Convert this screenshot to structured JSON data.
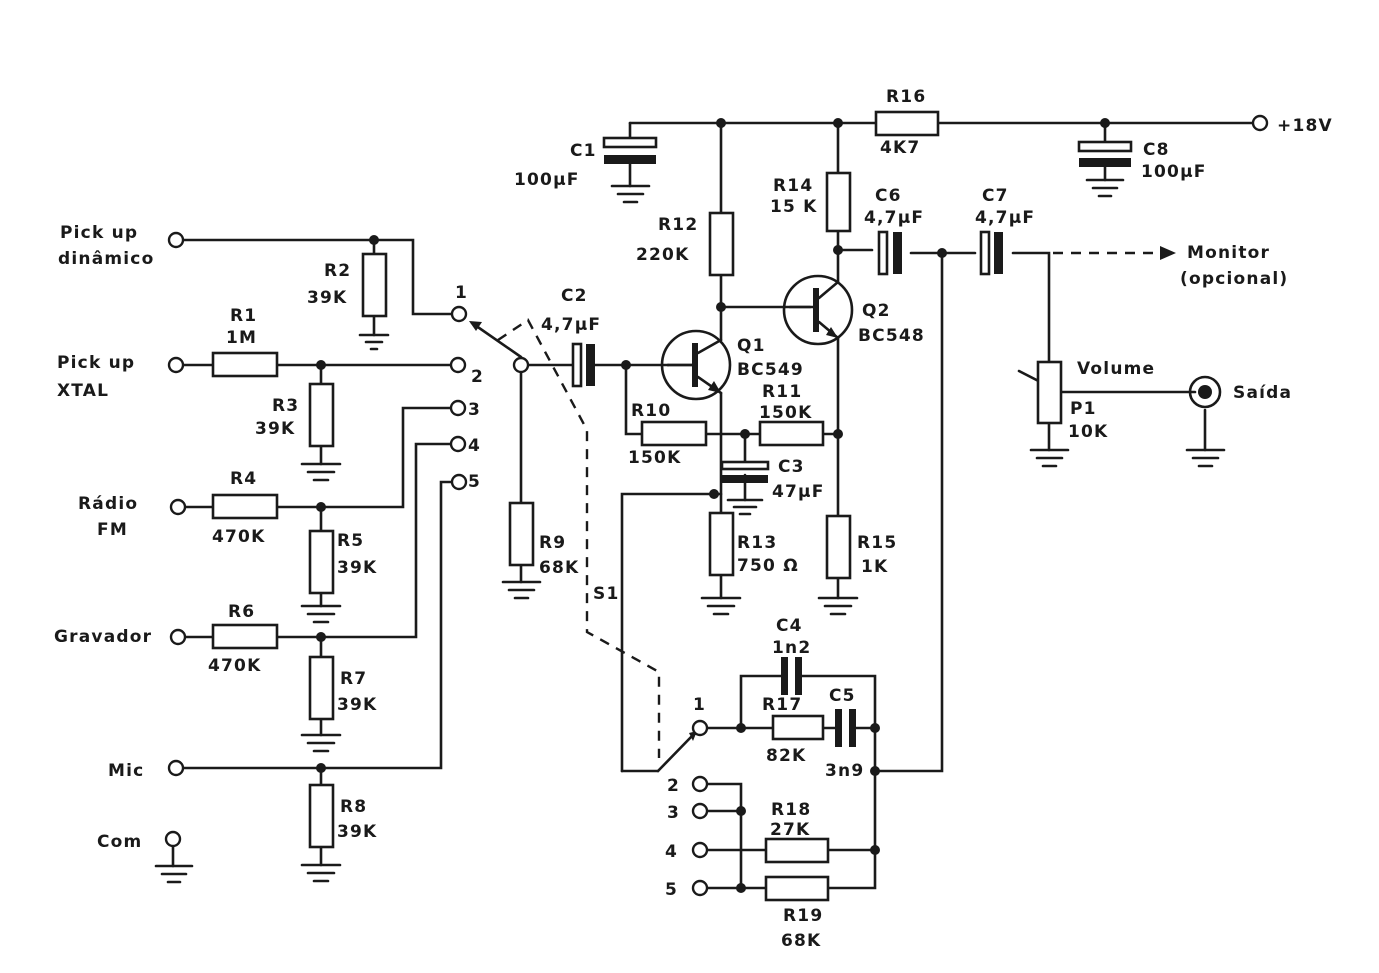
{
  "inputs": {
    "pickup_dinamico": [
      "Pick up",
      "dinâmico"
    ],
    "pickup_xtal": [
      "Pick up",
      "XTAL"
    ],
    "radio_fm": [
      "Rádio",
      "FM"
    ],
    "gravador": "Gravador",
    "mic": "Mic",
    "com": "Com"
  },
  "switch_positions": [
    "1",
    "2",
    "3",
    "4",
    "5"
  ],
  "switch_label": "S1",
  "components": {
    "R1": {
      "ref": "R1",
      "value": "1M"
    },
    "R2": {
      "ref": "R2",
      "value": "39K"
    },
    "R3": {
      "ref": "R3",
      "value": "39K"
    },
    "R4": {
      "ref": "R4",
      "value": "470K"
    },
    "R5": {
      "ref": "R5",
      "value": "39K"
    },
    "R6": {
      "ref": "R6",
      "value": "470K"
    },
    "R7": {
      "ref": "R7",
      "value": "39K"
    },
    "R8": {
      "ref": "R8",
      "value": "39K"
    },
    "R9": {
      "ref": "R9",
      "value": "68K"
    },
    "R10": {
      "ref": "R10",
      "value": "150K"
    },
    "R11": {
      "ref": "R11",
      "value": "150K"
    },
    "R12": {
      "ref": "R12",
      "value": "220K"
    },
    "R13": {
      "ref": "R13",
      "value": "750 Ω"
    },
    "R14": {
      "ref": "R14",
      "value": "15 K"
    },
    "R15": {
      "ref": "R15",
      "value": "1K"
    },
    "R16": {
      "ref": "R16",
      "value": "4K7"
    },
    "R17": {
      "ref": "R17",
      "value": "82K"
    },
    "R18": {
      "ref": "R18",
      "value": "27K"
    },
    "R19": {
      "ref": "R19",
      "value": "68K"
    },
    "C1": {
      "ref": "C1",
      "value": "100μF"
    },
    "C2": {
      "ref": "C2",
      "value": "4,7μF"
    },
    "C3": {
      "ref": "C3",
      "value": "47μF"
    },
    "C4": {
      "ref": "C4",
      "value": "1n2"
    },
    "C5": {
      "ref": "C5",
      "value": "3n9"
    },
    "C6": {
      "ref": "C6",
      "value": "4,7μF"
    },
    "C7": {
      "ref": "C7",
      "value": "4,7μF"
    },
    "C8": {
      "ref": "C8",
      "value": "100μF"
    },
    "Q1": {
      "ref": "Q1",
      "value": "BC549"
    },
    "Q2": {
      "ref": "Q2",
      "value": "BC548"
    },
    "P1": {
      "ref": "P1",
      "value": "10K"
    }
  },
  "supply": "+18V",
  "volume": "Volume",
  "monitor": [
    "Monitor",
    "(opcional)"
  ],
  "saida": "Saída"
}
